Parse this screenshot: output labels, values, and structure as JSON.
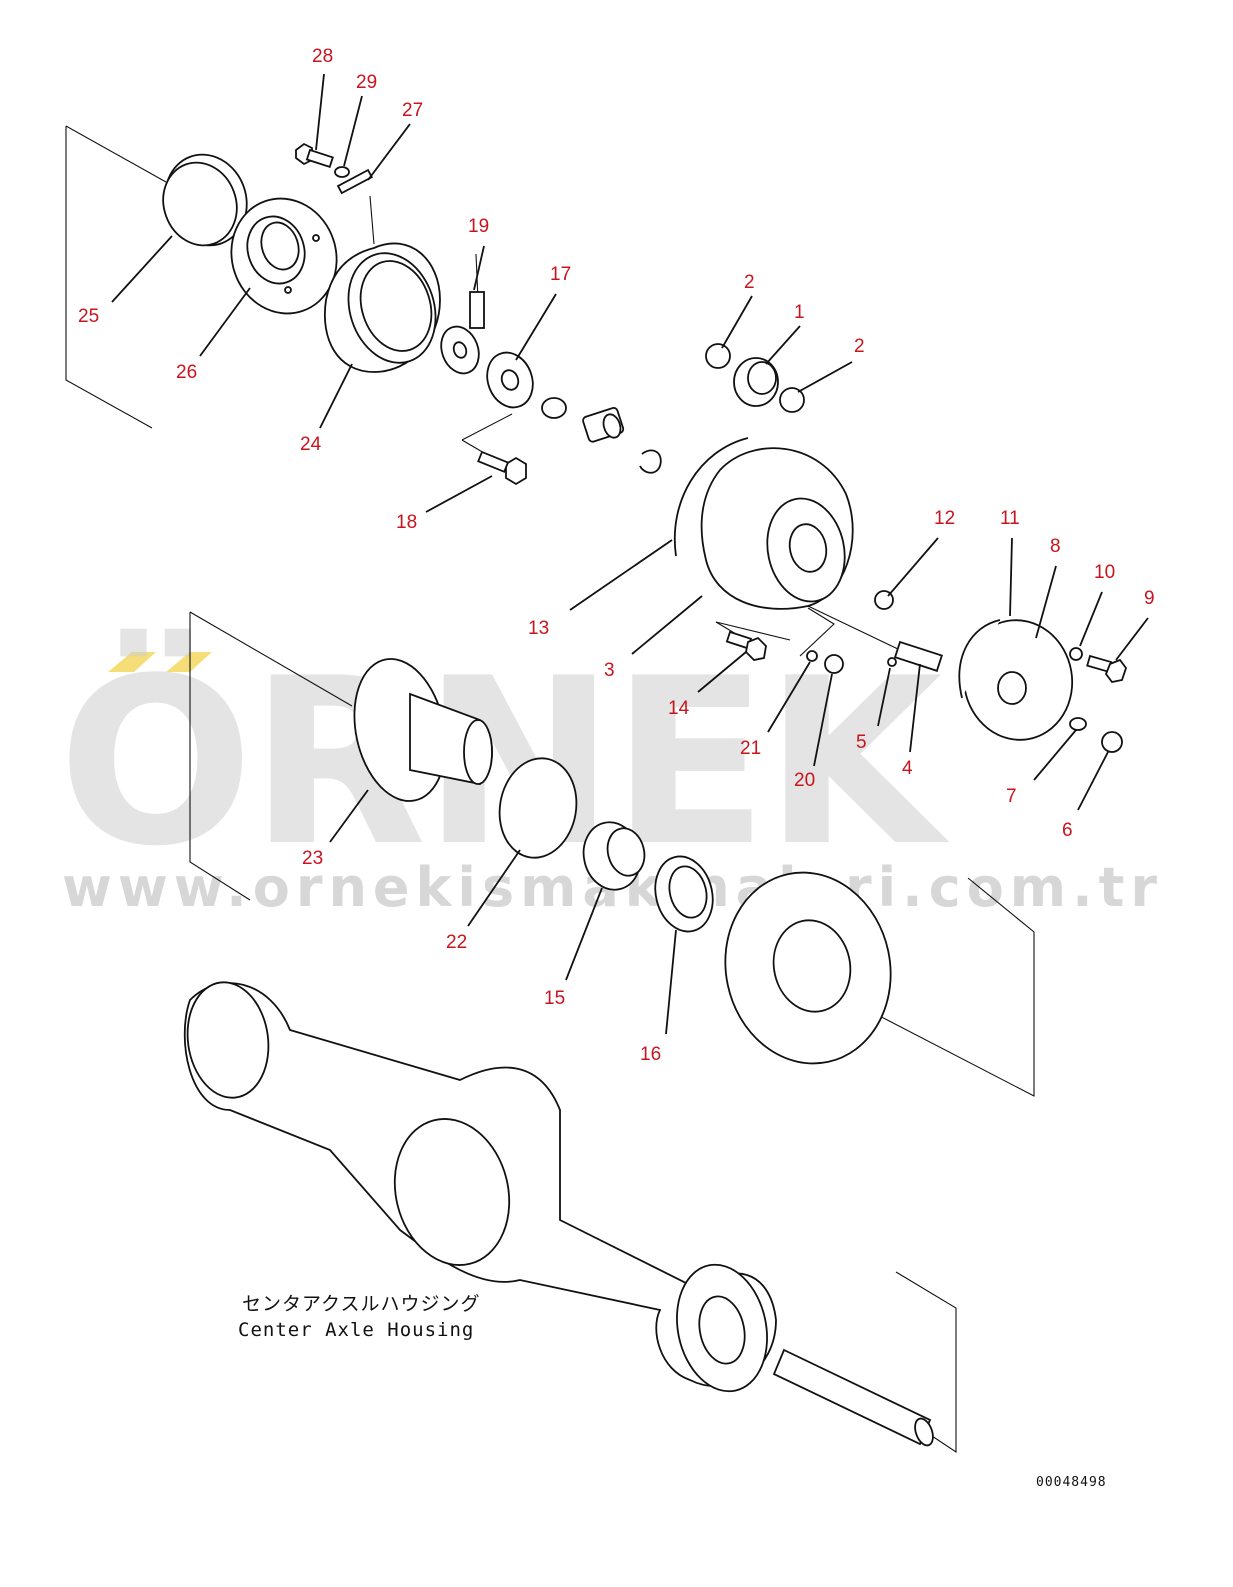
{
  "diagram": {
    "callouts": [
      "28",
      "29",
      "27",
      "25",
      "26",
      "24",
      "19",
      "17",
      "18",
      "2",
      "1",
      "2",
      "13",
      "3",
      "12",
      "11",
      "8",
      "10",
      "9",
      "14",
      "21",
      "20",
      "5",
      "4",
      "7",
      "6",
      "23",
      "22",
      "15",
      "16"
    ],
    "housing_label_jp": "センタアクスルハウジング",
    "housing_label_en": "Center Axle Housing",
    "drawing_code": "00048498"
  },
  "watermark": {
    "brand": "ÖRNEK",
    "url": "www.ornekismakinalari.com.tr",
    "accent_color": "#f2d34a",
    "text_color": "#cfcfcf"
  },
  "colors": {
    "callout": "#c8141e",
    "line": "#111111"
  }
}
